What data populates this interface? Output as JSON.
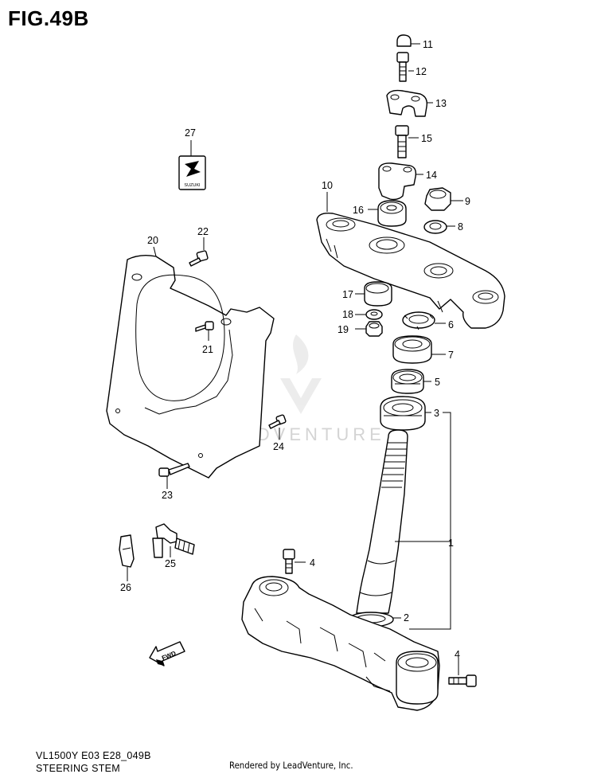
{
  "figure": {
    "title": "FIG.49B"
  },
  "footer": {
    "model_code": "VL1500Y E03 E28_049B",
    "section_name": "STEERING STEM",
    "rendered_by": "Rendered by LeadVenture, Inc."
  },
  "watermark": {
    "text": "LEADVENTURE"
  },
  "emblem": {
    "text": "SUZUKI"
  },
  "fwd_arrow": {
    "text": "FWD"
  },
  "callouts": [
    {
      "id": "c11",
      "label": "11"
    },
    {
      "id": "c12",
      "label": "12"
    },
    {
      "id": "c13",
      "label": "13"
    },
    {
      "id": "c15",
      "label": "15"
    },
    {
      "id": "c14",
      "label": "14"
    },
    {
      "id": "c9",
      "label": "9"
    },
    {
      "id": "c8",
      "label": "8"
    },
    {
      "id": "c10",
      "label": "10"
    },
    {
      "id": "c16",
      "label": "16"
    },
    {
      "id": "c27",
      "label": "27"
    },
    {
      "id": "c22",
      "label": "22"
    },
    {
      "id": "c20",
      "label": "20"
    },
    {
      "id": "c17",
      "label": "17"
    },
    {
      "id": "c18",
      "label": "18"
    },
    {
      "id": "c19",
      "label": "19"
    },
    {
      "id": "c6",
      "label": "6"
    },
    {
      "id": "c7",
      "label": "7"
    },
    {
      "id": "c21",
      "label": "21"
    },
    {
      "id": "c5",
      "label": "5"
    },
    {
      "id": "c3",
      "label": "3"
    },
    {
      "id": "c24",
      "label": "24"
    },
    {
      "id": "c23",
      "label": "23"
    },
    {
      "id": "c1",
      "label": "1"
    },
    {
      "id": "c25",
      "label": "25"
    },
    {
      "id": "c4a",
      "label": "4"
    },
    {
      "id": "c26",
      "label": "26"
    },
    {
      "id": "c2",
      "label": "2"
    },
    {
      "id": "c4b",
      "label": "4"
    }
  ]
}
